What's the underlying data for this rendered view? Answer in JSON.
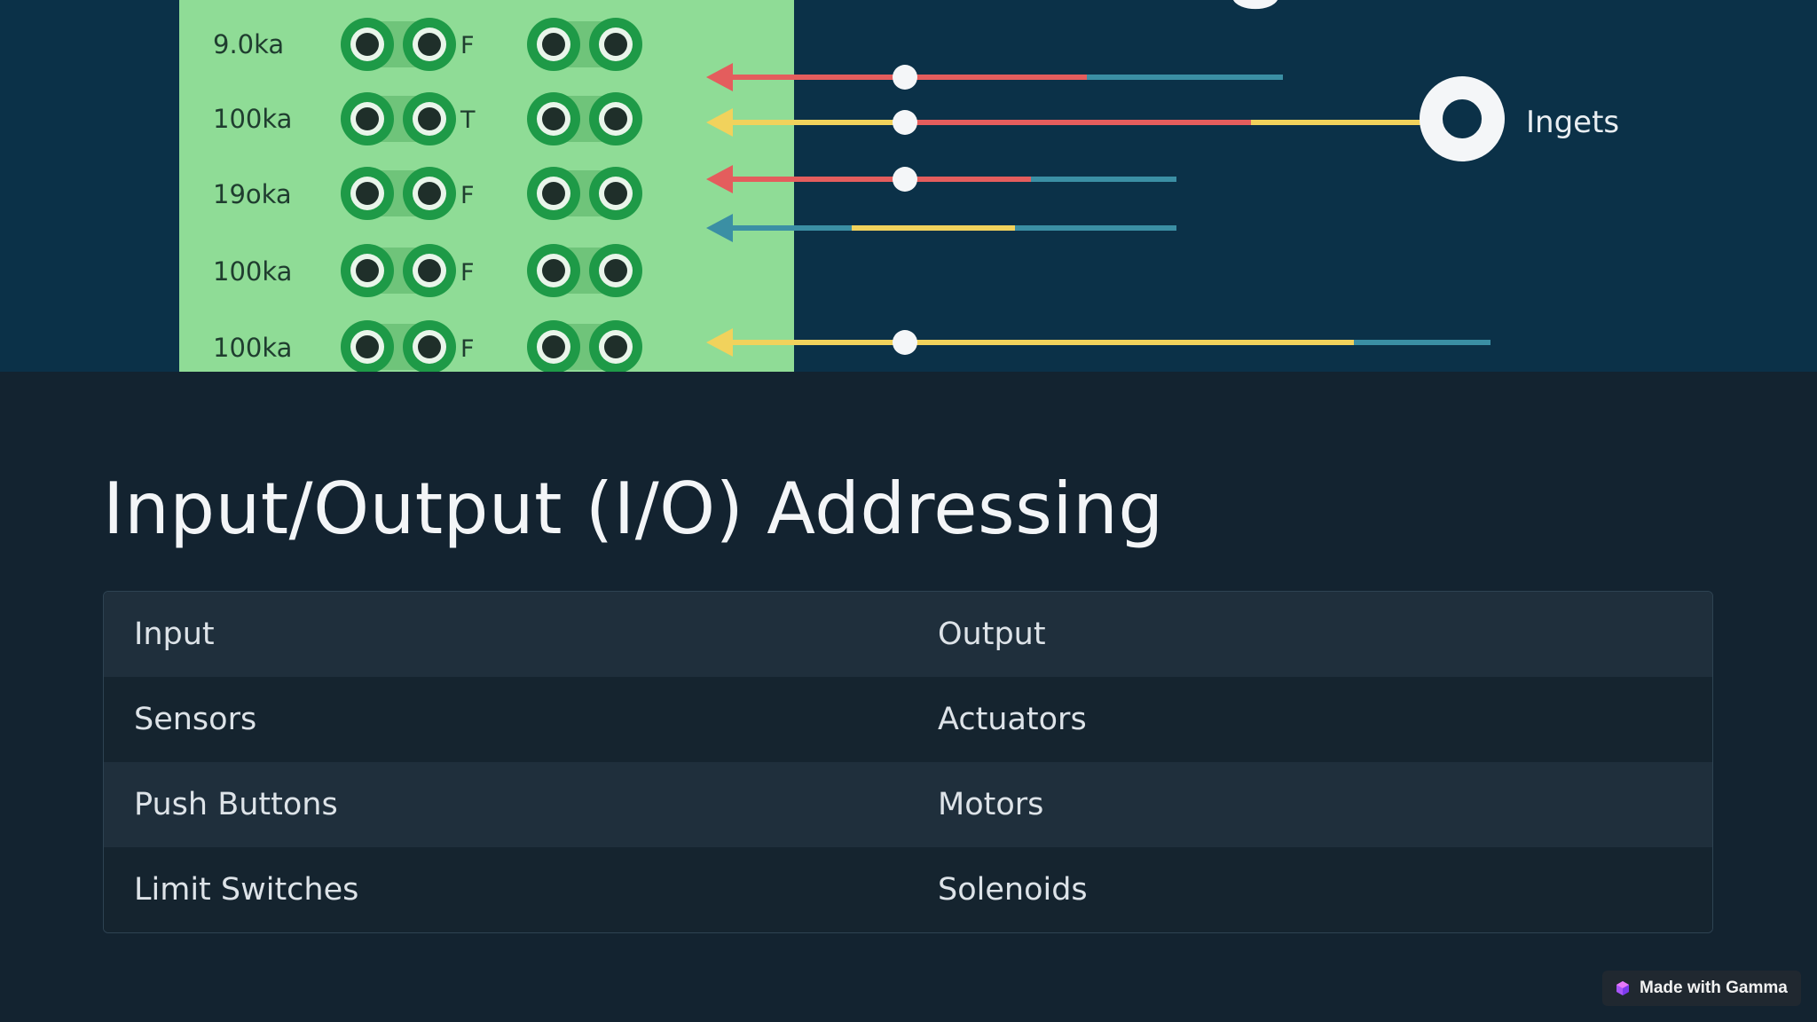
{
  "hero": {
    "pin_rows": [
      {
        "label": "9.0ka",
        "tf": "F"
      },
      {
        "label": "100ka",
        "tf": "T"
      },
      {
        "label": "19oka",
        "tf": "F"
      },
      {
        "label": "100ka",
        "tf": "F"
      },
      {
        "label": "100ka",
        "tf": "F"
      }
    ],
    "ingets_label": "Ingets",
    "colors": {
      "board": "#8fdc96",
      "background": "#0b3148",
      "red": "#e45d5d",
      "yellow": "#f1d25c",
      "teal": "#3b8fa4"
    }
  },
  "title": "Input/Output (I/O) Addressing",
  "table": {
    "headers": [
      "Input",
      "Output"
    ],
    "rows": [
      [
        "Sensors",
        "Actuators"
      ],
      [
        "Push Buttons",
        "Motors"
      ],
      [
        "Limit Switches",
        "Solenoids"
      ]
    ]
  },
  "badge": {
    "label": "Made with Gamma",
    "icon": "gamma-logo-icon"
  }
}
